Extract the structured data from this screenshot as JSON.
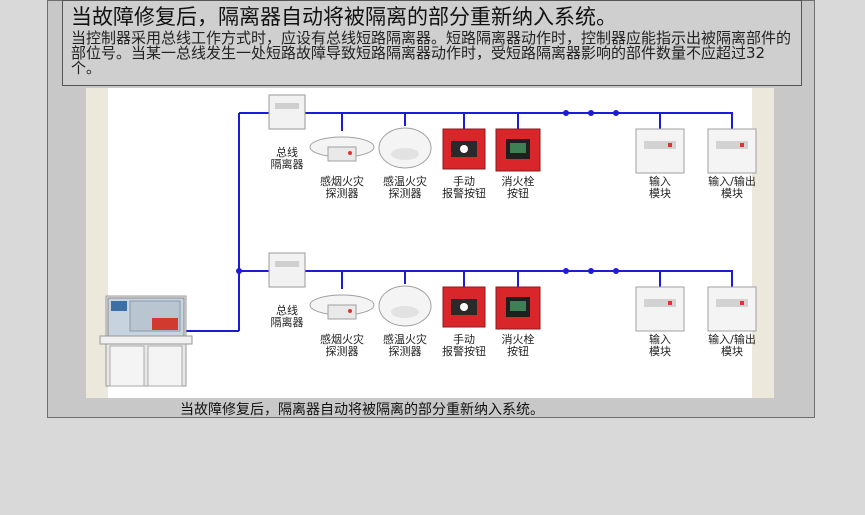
{
  "header": {
    "title": "当故障修复后，隔离器自动将被隔离的部分重新纳入系统。",
    "description": "当控制器采用总线工作方式时，应设有总线短路隔离器。短路隔离器动作时，控制器应能指示出被隔离部件的部位号。当某一总线发生一处短路故障导致短路隔离器动作时，受短路隔离器影响的部件数量不应超过32个。"
  },
  "diagram": {
    "bus_color": "#1c1cd6",
    "rows": [
      {
        "devices": [
          {
            "id": "isolator",
            "label1": "总线",
            "label2": "隔离器"
          },
          {
            "id": "smoke",
            "label1": "感烟火灾",
            "label2": "探测器"
          },
          {
            "id": "heat",
            "label1": "感温火灾",
            "label2": "探测器"
          },
          {
            "id": "manual",
            "label1": "手动",
            "label2": "报警按钮"
          },
          {
            "id": "hydrant",
            "label1": "消火栓",
            "label2": "按钮"
          },
          {
            "id": "input",
            "label1": "输入",
            "label2": "模块"
          },
          {
            "id": "io",
            "label1": "输入/输出",
            "label2": "模块"
          }
        ]
      },
      {
        "devices": [
          {
            "id": "isolator",
            "label1": "总线",
            "label2": "隔离器"
          },
          {
            "id": "smoke",
            "label1": "感烟火灾",
            "label2": "探测器"
          },
          {
            "id": "heat",
            "label1": "感温火灾",
            "label2": "探测器"
          },
          {
            "id": "manual",
            "label1": "手动",
            "label2": "报警按钮"
          },
          {
            "id": "hydrant",
            "label1": "消火栓",
            "label2": "按钮"
          },
          {
            "id": "input",
            "label1": "输入",
            "label2": "模块"
          },
          {
            "id": "io",
            "label1": "输入/输出",
            "label2": "模块"
          }
        ]
      }
    ]
  },
  "caption": "当故障修复后，隔离器自动将被隔离的部分重新纳入系统。"
}
